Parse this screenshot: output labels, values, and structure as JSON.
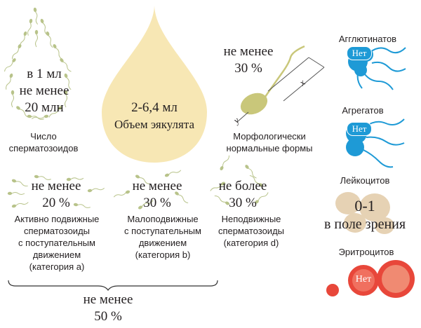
{
  "count": {
    "line1": "в 1 мл",
    "line2": "не менее",
    "line3": "20 млн",
    "caption1": "Число",
    "caption2": "сперматозоидов"
  },
  "volume": {
    "value": "2-6,4 мл",
    "label": "Объем эякулята",
    "color": "#f7e7b4"
  },
  "morphology": {
    "line1": "не менее",
    "line2": "30 %",
    "axis_x": "x",
    "axis_y": "y",
    "caption1": "Морфологически",
    "caption2": "нормальные формы",
    "color": "#c9c77a"
  },
  "agglutinates": {
    "title": "Агглютинатов",
    "badge": "Нет",
    "color": "#1e9ad6"
  },
  "aggregates": {
    "title": "Агрегатов",
    "badge": "Нет",
    "color": "#1e9ad6"
  },
  "leukocytes": {
    "title": "Лейкоцитов",
    "value": "0-1",
    "sub": "в поле зрения",
    "color": "#e6d2b4"
  },
  "erythrocytes": {
    "title": "Эритроцитов",
    "badge": "Нет",
    "color": "#e8473a"
  },
  "motility": {
    "a": {
      "line1": "не менее",
      "line2": "20 %",
      "cap1": "Активно подвижные",
      "cap2": "сперматозоиды",
      "cap3": "с поступательным",
      "cap4": "движением",
      "cap5": "(категория а)"
    },
    "b": {
      "line1": "не менее",
      "line2": "30 %",
      "cap1": "Малоподвижные",
      "cap2": "с поступательным",
      "cap3": "движением",
      "cap4": "(категория b)"
    },
    "d": {
      "line1": "не более",
      "line2": "30 %",
      "cap1": "Неподвижные",
      "cap2": "сперматозоиды",
      "cap3": "(категория d)"
    },
    "total": {
      "line1": "не менее",
      "line2": "50 %"
    }
  },
  "sperm_color": "#b8c38a"
}
